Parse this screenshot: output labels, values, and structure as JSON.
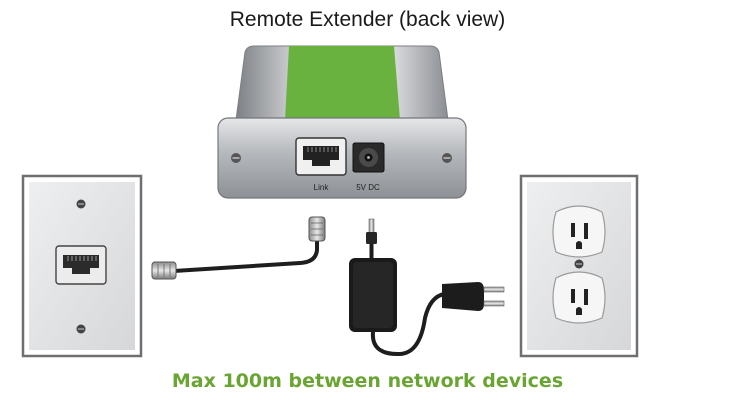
{
  "title": "Remote Extender (back view)",
  "device": {
    "port_link_label": "Link",
    "port_power_label": "5V DC"
  },
  "caption": "Max 100m between network devices",
  "colors": {
    "accent_green": "#6ab23f",
    "caption_green": "#6aa533",
    "device_silver": "#b9bcc0",
    "plate": "#e3e4e6",
    "frame": "#6e6f71",
    "cable": "#1e1e1e",
    "adapter": "#1a1a1a"
  }
}
